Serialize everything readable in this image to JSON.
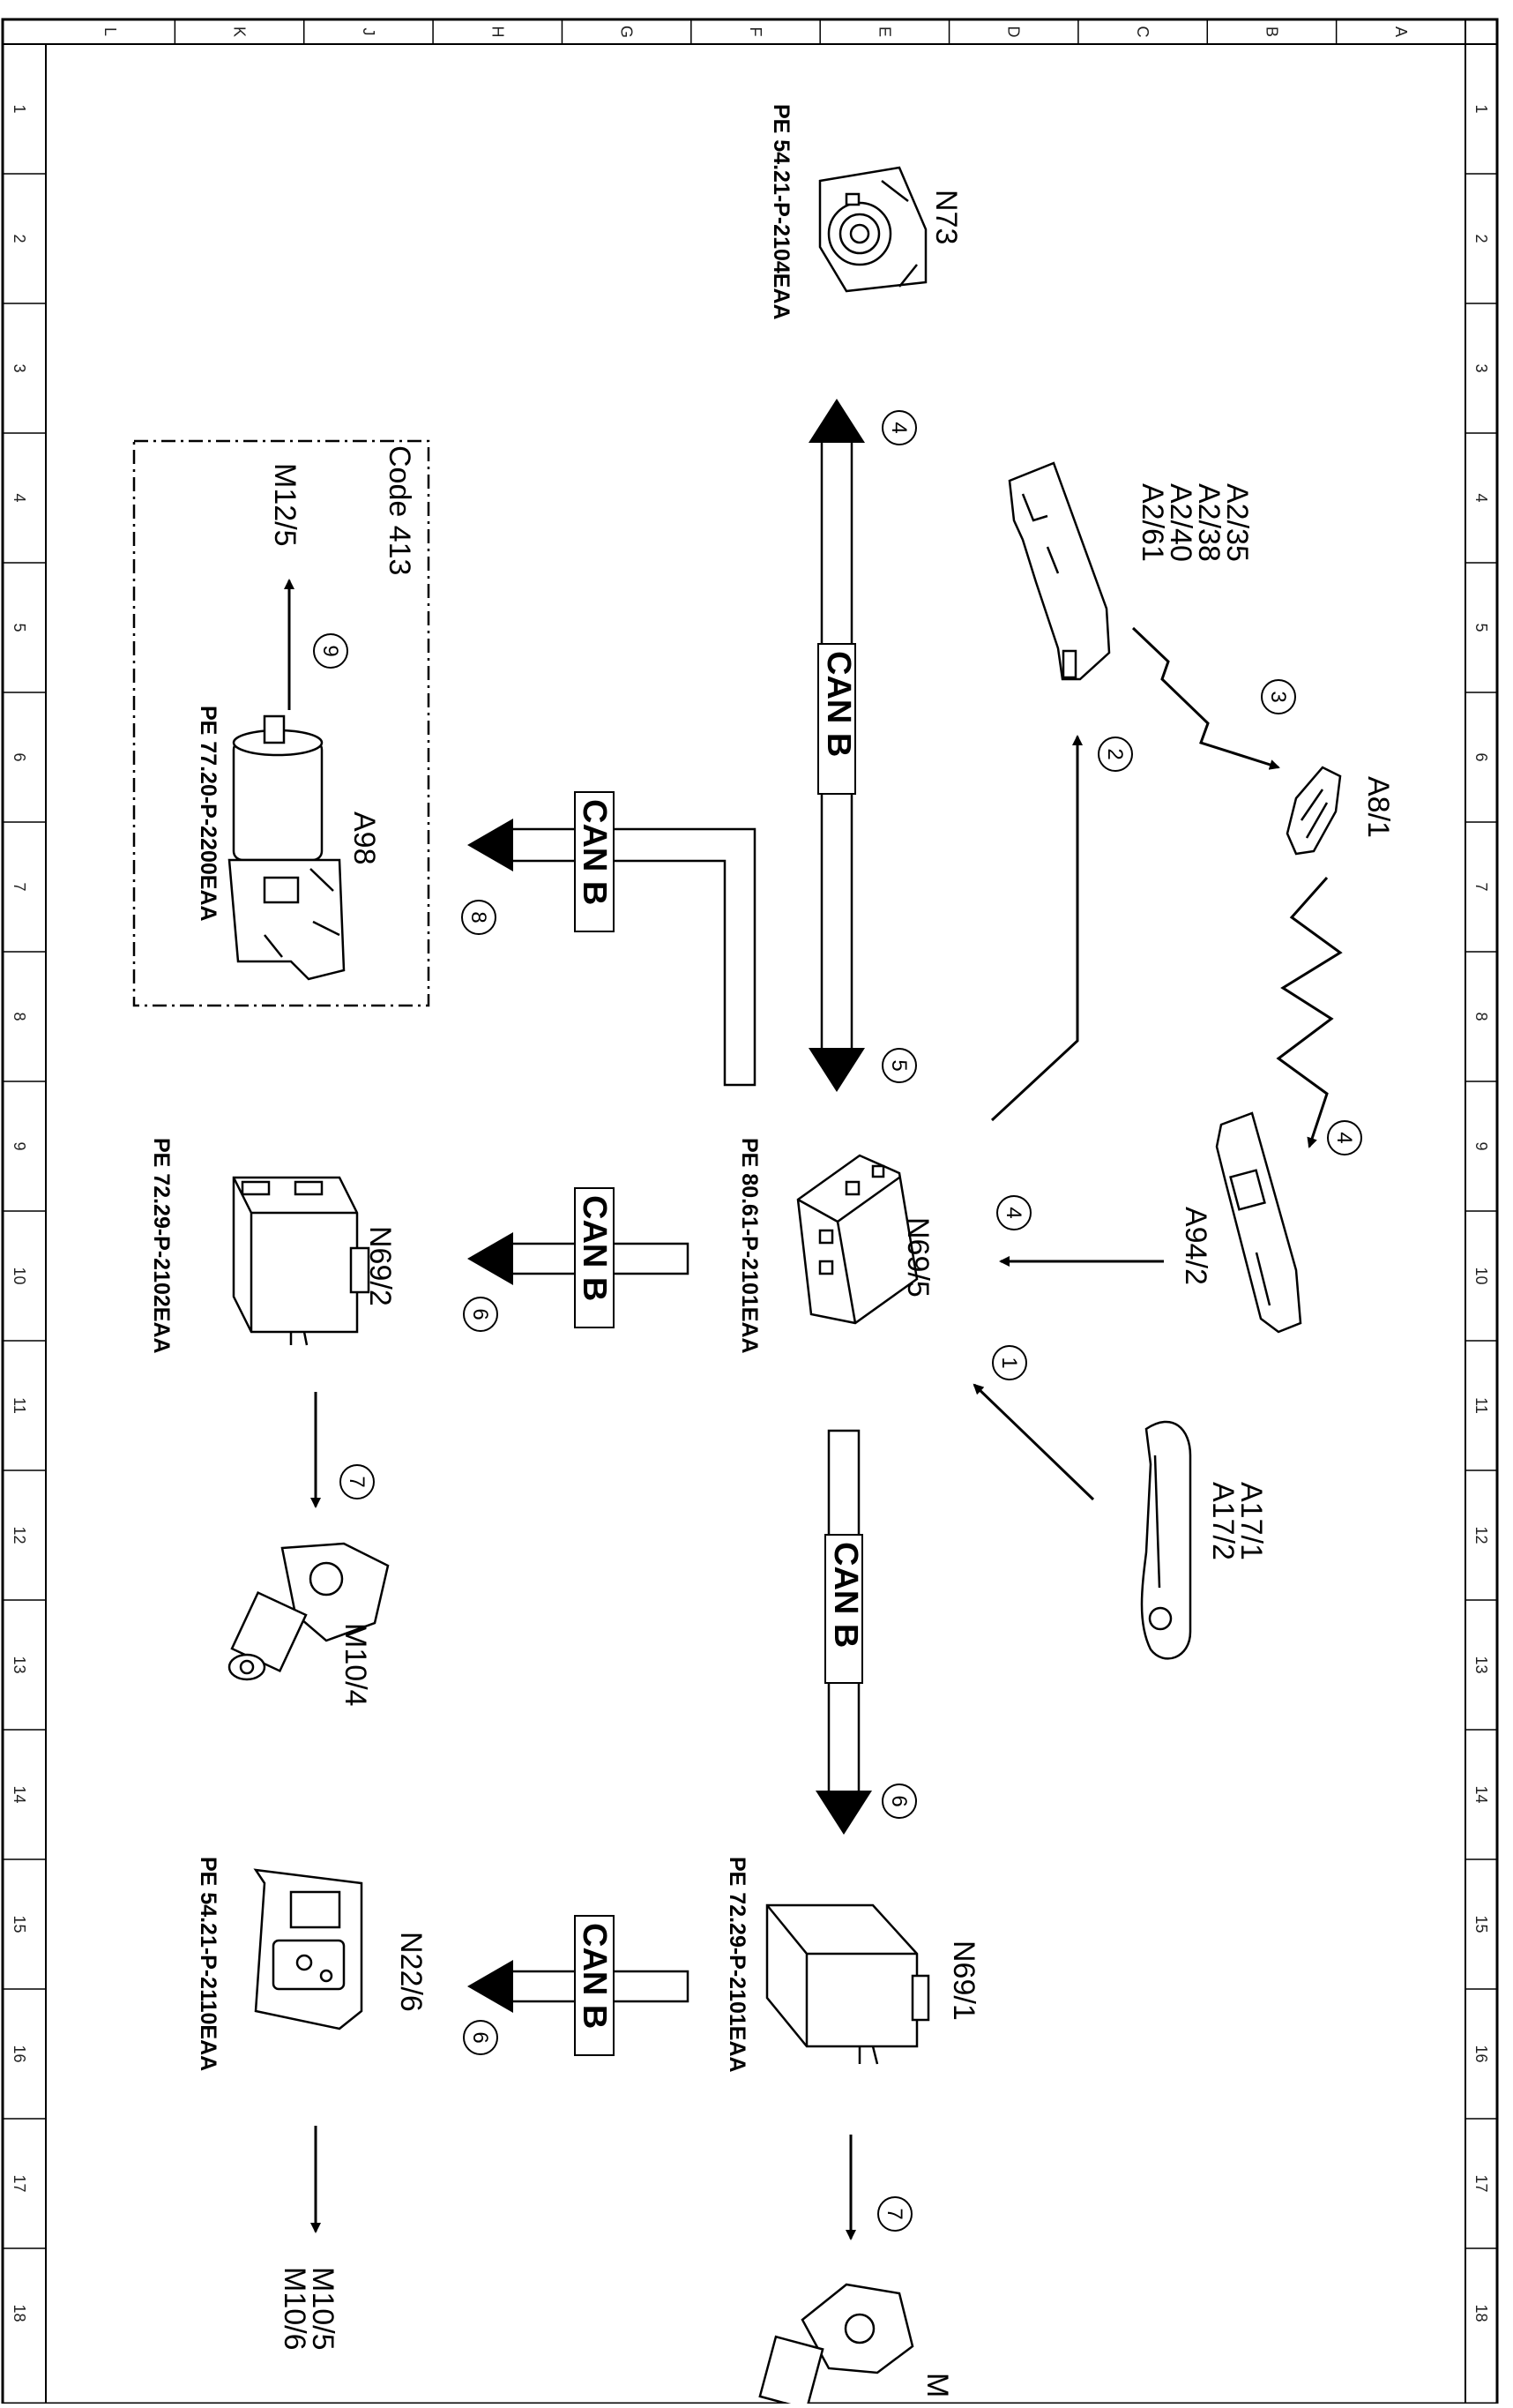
{
  "frame": {
    "column_letters": [
      "L",
      "K",
      "J",
      "H",
      "G",
      "F",
      "E",
      "D",
      "C",
      "B",
      "A"
    ],
    "row_numbers": [
      "1",
      "2",
      "3",
      "4",
      "5",
      "6",
      "7",
      "8",
      "9",
      "10",
      "11",
      "12",
      "13",
      "14",
      "15",
      "16",
      "17",
      "18"
    ]
  },
  "bus_label": "CAN B",
  "code_box_label": "Code 413",
  "components": {
    "n73": {
      "label": "N73",
      "ref": "PE 54.21-P-2104EAA"
    },
    "a2": {
      "labels": [
        "A2/35",
        "A2/38",
        "A2/40",
        "A2/61"
      ]
    },
    "a8_1": {
      "label": "A8/1"
    },
    "a94_2": {
      "label": "A94/2"
    },
    "a17": {
      "labels": [
        "A17/1",
        "A17/2"
      ]
    },
    "n69_5": {
      "label": "N69/5",
      "ref": "PE 80.61-P-2101EAA"
    },
    "m12_5": {
      "label": "M12/5"
    },
    "a98": {
      "label": "A98",
      "ref": "PE 77.20-P-2200EAA"
    },
    "n69_2": {
      "label": "N69/2",
      "ref": "PE 72.29-P-2102EAA"
    },
    "m10_4": {
      "label": "M10/4"
    },
    "n69_1": {
      "label": "N69/1",
      "ref": "PE 72.29-P-2101EAA"
    },
    "n22_6": {
      "label": "N22/6",
      "ref": "PE 54.21-P-2110EAA"
    },
    "m10_56": {
      "labels": [
        "M10/5",
        "M10/6"
      ]
    },
    "m_partial": {
      "label": "M"
    }
  },
  "steps": {
    "s1": "1",
    "s2": "2",
    "s3": "3",
    "s4a": "4",
    "s4b": "4",
    "s4c": "4",
    "s5": "5",
    "s6a": "6",
    "s6b": "6",
    "s6c": "6",
    "s7a": "7",
    "s7b": "7",
    "s8": "8",
    "s9": "9"
  }
}
